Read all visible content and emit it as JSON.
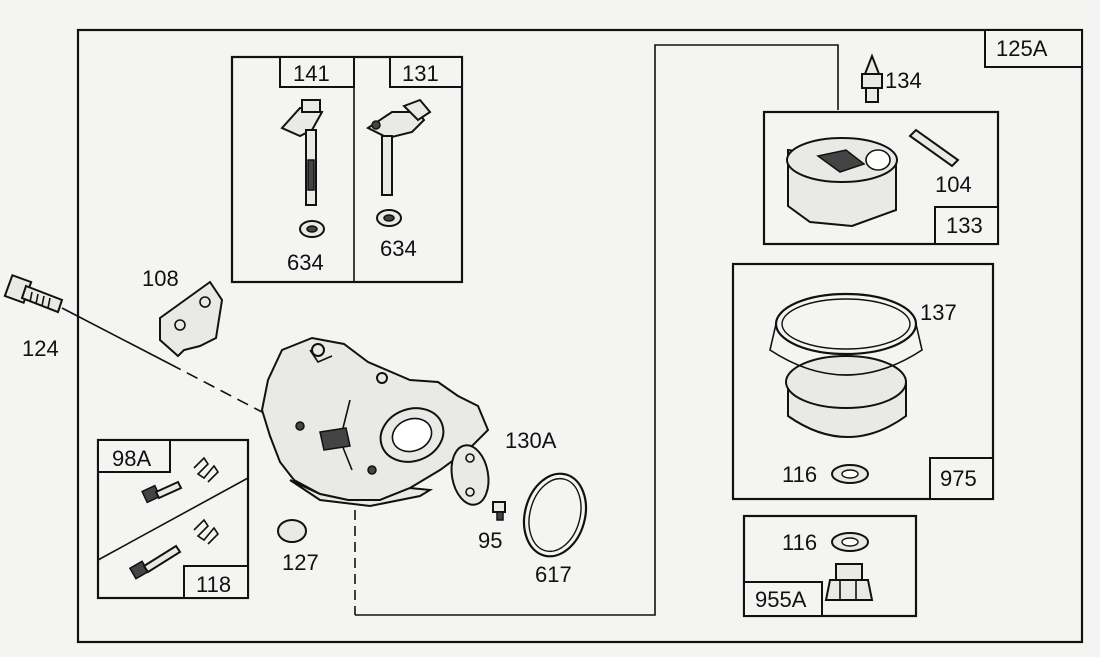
{
  "callouts": {
    "c125A": "125A",
    "c141": "141",
    "c131": "131",
    "c634a": "634",
    "c634b": "634",
    "c108": "108",
    "c124": "124",
    "c98A": "98A",
    "c118": "118",
    "c127": "127",
    "c130A": "130A",
    "c95": "95",
    "c617": "617",
    "c134": "134",
    "c104": "104",
    "c133": "133",
    "c137": "137",
    "c116a": "116",
    "c975": "975",
    "c116b": "116",
    "c955A": "955A"
  }
}
